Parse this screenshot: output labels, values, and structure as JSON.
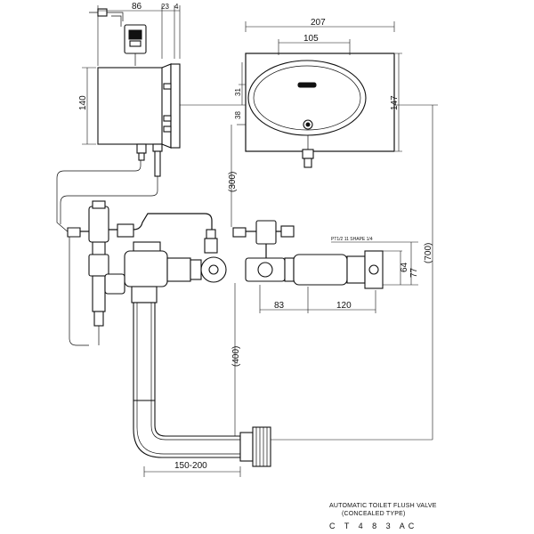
{
  "dimensions": {
    "d86": "86",
    "d23": "23",
    "d4": "4",
    "d140": "140",
    "d207": "207",
    "d105": "105",
    "d31": "31",
    "d38": "38",
    "d147": "147",
    "d300": "(300)",
    "d700": "(700)",
    "d64": "64",
    "d77": "77",
    "d83": "83",
    "d120": "120",
    "d400": "(400)",
    "d150_200": "150-200"
  },
  "annotations": {
    "pipe_note": "PT1/2 11 SHAPE 1/4"
  },
  "title_block": {
    "line1": "AUTOMATIC TOILET FLUSH VALVE",
    "line2": "(CONCEALED TYPE)",
    "model": "C T 4 8 3 AC"
  }
}
